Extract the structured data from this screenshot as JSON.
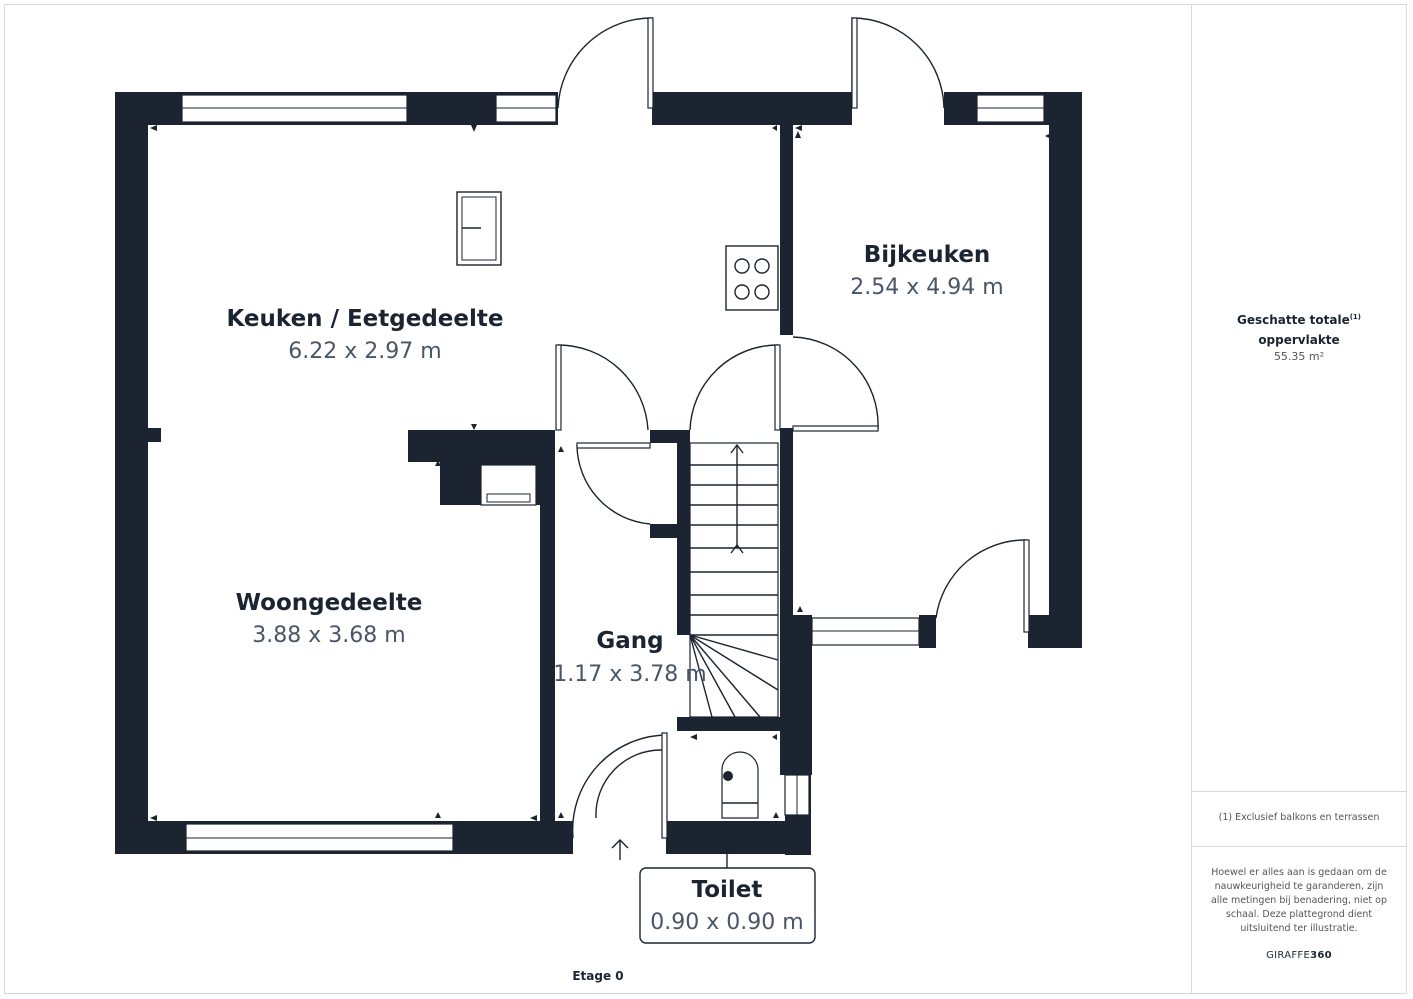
{
  "floor_label": "Etage 0",
  "rooms": {
    "keuken": {
      "name": "Keuken / Eetgedeelte",
      "dims": "6.22 x 2.97 m"
    },
    "bijkeuken": {
      "name": "Bijkeuken",
      "dims": "2.54 x 4.94 m"
    },
    "woongedeelte": {
      "name": "Woongedeelte",
      "dims": "3.88 x 3.68 m"
    },
    "gang": {
      "name": "Gang",
      "dims": "1.17 x 3.78 m"
    },
    "toilet": {
      "name": "Toilet",
      "dims": "0.90 x 0.90 m"
    }
  },
  "sidebar": {
    "area_title_line1": "Geschatte totale",
    "area_title_sup": "(1)",
    "area_title_line2": "oppervlakte",
    "area_value": "55.35 m²",
    "footnote": "(1) Exclusief balkons en terrassen",
    "disclaimer": "Hoewel er alles aan is gedaan om de nauwkeurigheid te garanderen, zijn alle metingen bij benadering, niet op schaal. Deze plattegrond dient uitsluitend ter illustratie.",
    "brand_light": "GIRAFFE",
    "brand_bold": "360"
  },
  "colors": {
    "wall": "#1b2430",
    "dim_text": "#4a5566",
    "border": "#d9d9d9"
  }
}
